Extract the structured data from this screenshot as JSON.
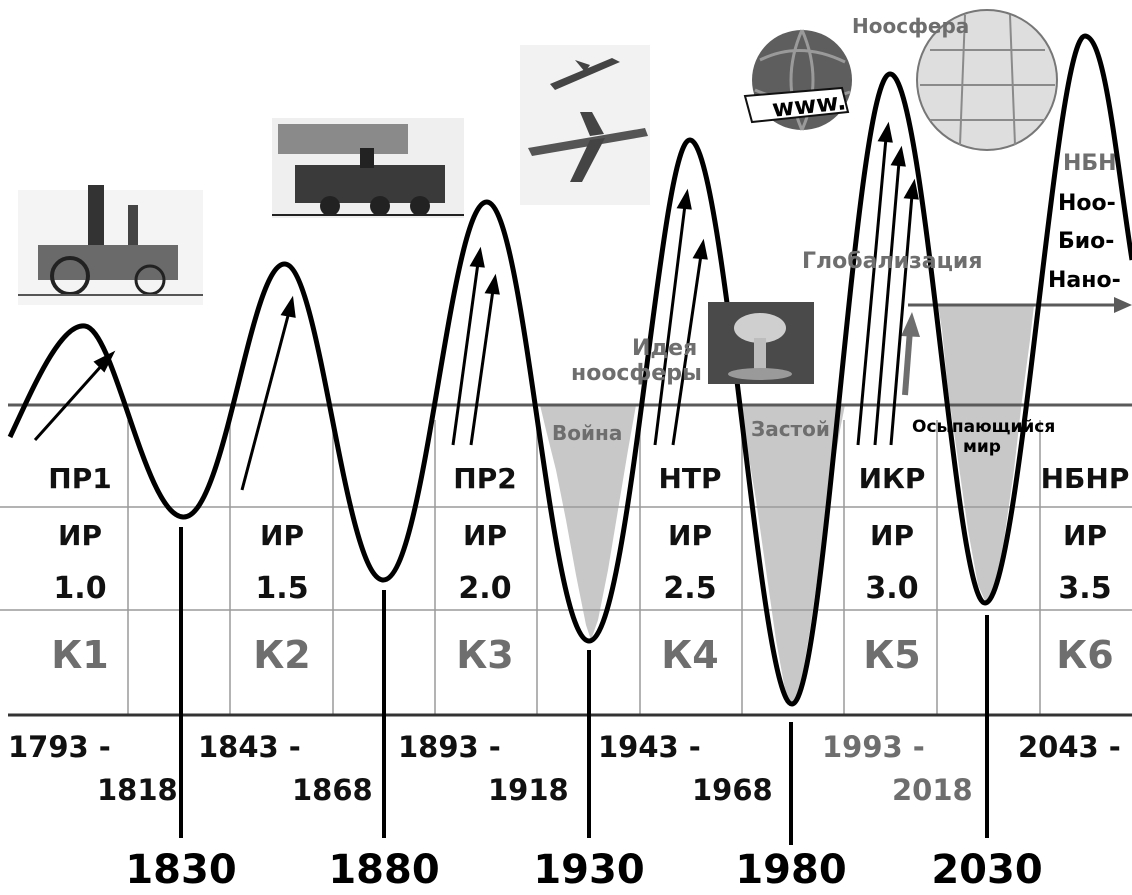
{
  "cycles": [
    {
      "rev": "ПР1",
      "ir": "ИР",
      "ir_ver": "1.0",
      "k": "К1",
      "start": "1793 -",
      "end": "1818"
    },
    {
      "rev": "",
      "ir": "ИР",
      "ir_ver": "1.5",
      "k": "К2",
      "start": "1843 -",
      "end": "1868"
    },
    {
      "rev": "ПР2",
      "ir": "ИР",
      "ir_ver": "2.0",
      "k": "К3",
      "start": "1893 -",
      "end": "1918"
    },
    {
      "rev": "НТР",
      "ir": "ИР",
      "ir_ver": "2.5",
      "k": "К4",
      "start": "1943 -",
      "end": "1968"
    },
    {
      "rev": "ИКР",
      "ir": "ИР",
      "ir_ver": "3.0",
      "k": "К5",
      "start": "1993 -",
      "end": "2018"
    },
    {
      "rev": "НБНР",
      "ir": "ИР",
      "ir_ver": "3.5",
      "k": "К6",
      "start": "2043 -",
      "end": ""
    }
  ],
  "trough_years": [
    "1830",
    "1880",
    "1930",
    "1980",
    "2030"
  ],
  "trough_labels": {
    "war": "Война",
    "stagnation": "Застой"
  },
  "annotations": {
    "noosphere_idea_line1": "Идея",
    "noosphere_idea_line2": "ноосферы",
    "globalization": "Глобализация",
    "crumbling_world_line1": "Осыпающийся",
    "crumbling_world_line2": "мир",
    "noosphere": "Ноосфера",
    "nbn": "НБН",
    "nbn_1": "Ноо-",
    "nbn_2": "Био-",
    "nbn_3": "Нано-",
    "www": "www."
  },
  "colors": {
    "wave": "#000000",
    "axis": "#5a5a5a",
    "grid": "#9a9a9a",
    "shade": "#c8c8c8",
    "muted_text": "#6e6e6e",
    "dark_text": "#111111"
  },
  "icons": [
    "steamboat-illustration",
    "locomotive-illustration",
    "airplanes-illustration",
    "nuclear-explosion-illustration",
    "www-globe-icon",
    "wikipedia-globe-icon"
  ]
}
